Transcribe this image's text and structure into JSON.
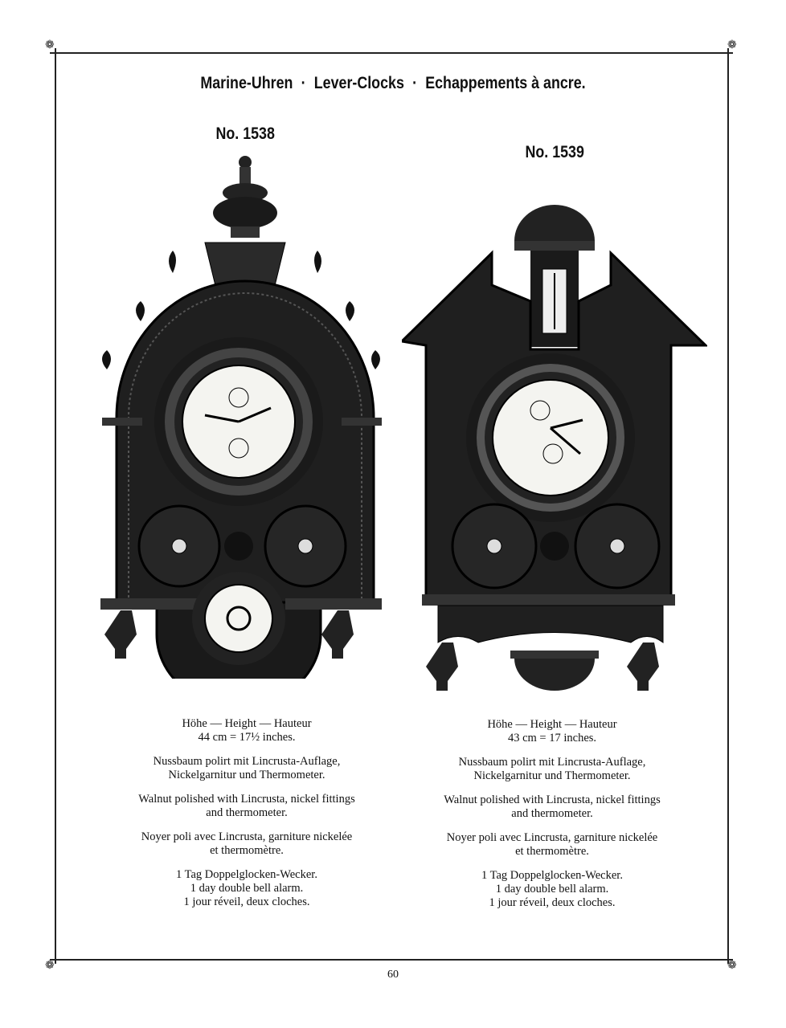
{
  "header": {
    "title_parts": [
      "Marine-Uhren",
      "Lever-Clocks",
      "Echappements à ancre."
    ],
    "separator": "·"
  },
  "items": [
    {
      "number": "No. 1538",
      "height_label": "Höhe — Height — Hauteur",
      "height_value": "44 cm = 17½ inches.",
      "german": [
        "Nussbaum polirt mit Lincrusta-Auflage,",
        "Nickelgarnitur und Thermometer."
      ],
      "english": [
        "Walnut polished with Lincrusta, nickel fittings",
        "and thermometer."
      ],
      "french": [
        "Noyer poli avec Lincrusta, garniture nickelée",
        "et thermomètre."
      ],
      "alarm": [
        "1 Tag Doppelglocken-Wecker.",
        "1 day double bell alarm.",
        "1 jour réveil, deux cloches."
      ]
    },
    {
      "number": "No. 1539",
      "height_label": "Höhe — Height — Hauteur",
      "height_value": "43 cm = 17 inches.",
      "german": [
        "Nussbaum polirt mit Lincrusta-Auflage,",
        "Nickelgarnitur und Thermometer."
      ],
      "english": [
        "Walnut polished with Lincrusta, nickel fittings",
        "and thermometer."
      ],
      "french": [
        "Noyer poli avec Lincrusta, garniture nickelée",
        "et thermomètre."
      ],
      "alarm": [
        "1 Tag Doppelglocken-Wecker.",
        "1 day double bell alarm.",
        "1 jour réveil, deux cloches."
      ]
    }
  ],
  "page_number": "60",
  "colors": {
    "ink": "#1a1a1a",
    "paper": "#ffffff",
    "dial": "#f4f4f0"
  }
}
